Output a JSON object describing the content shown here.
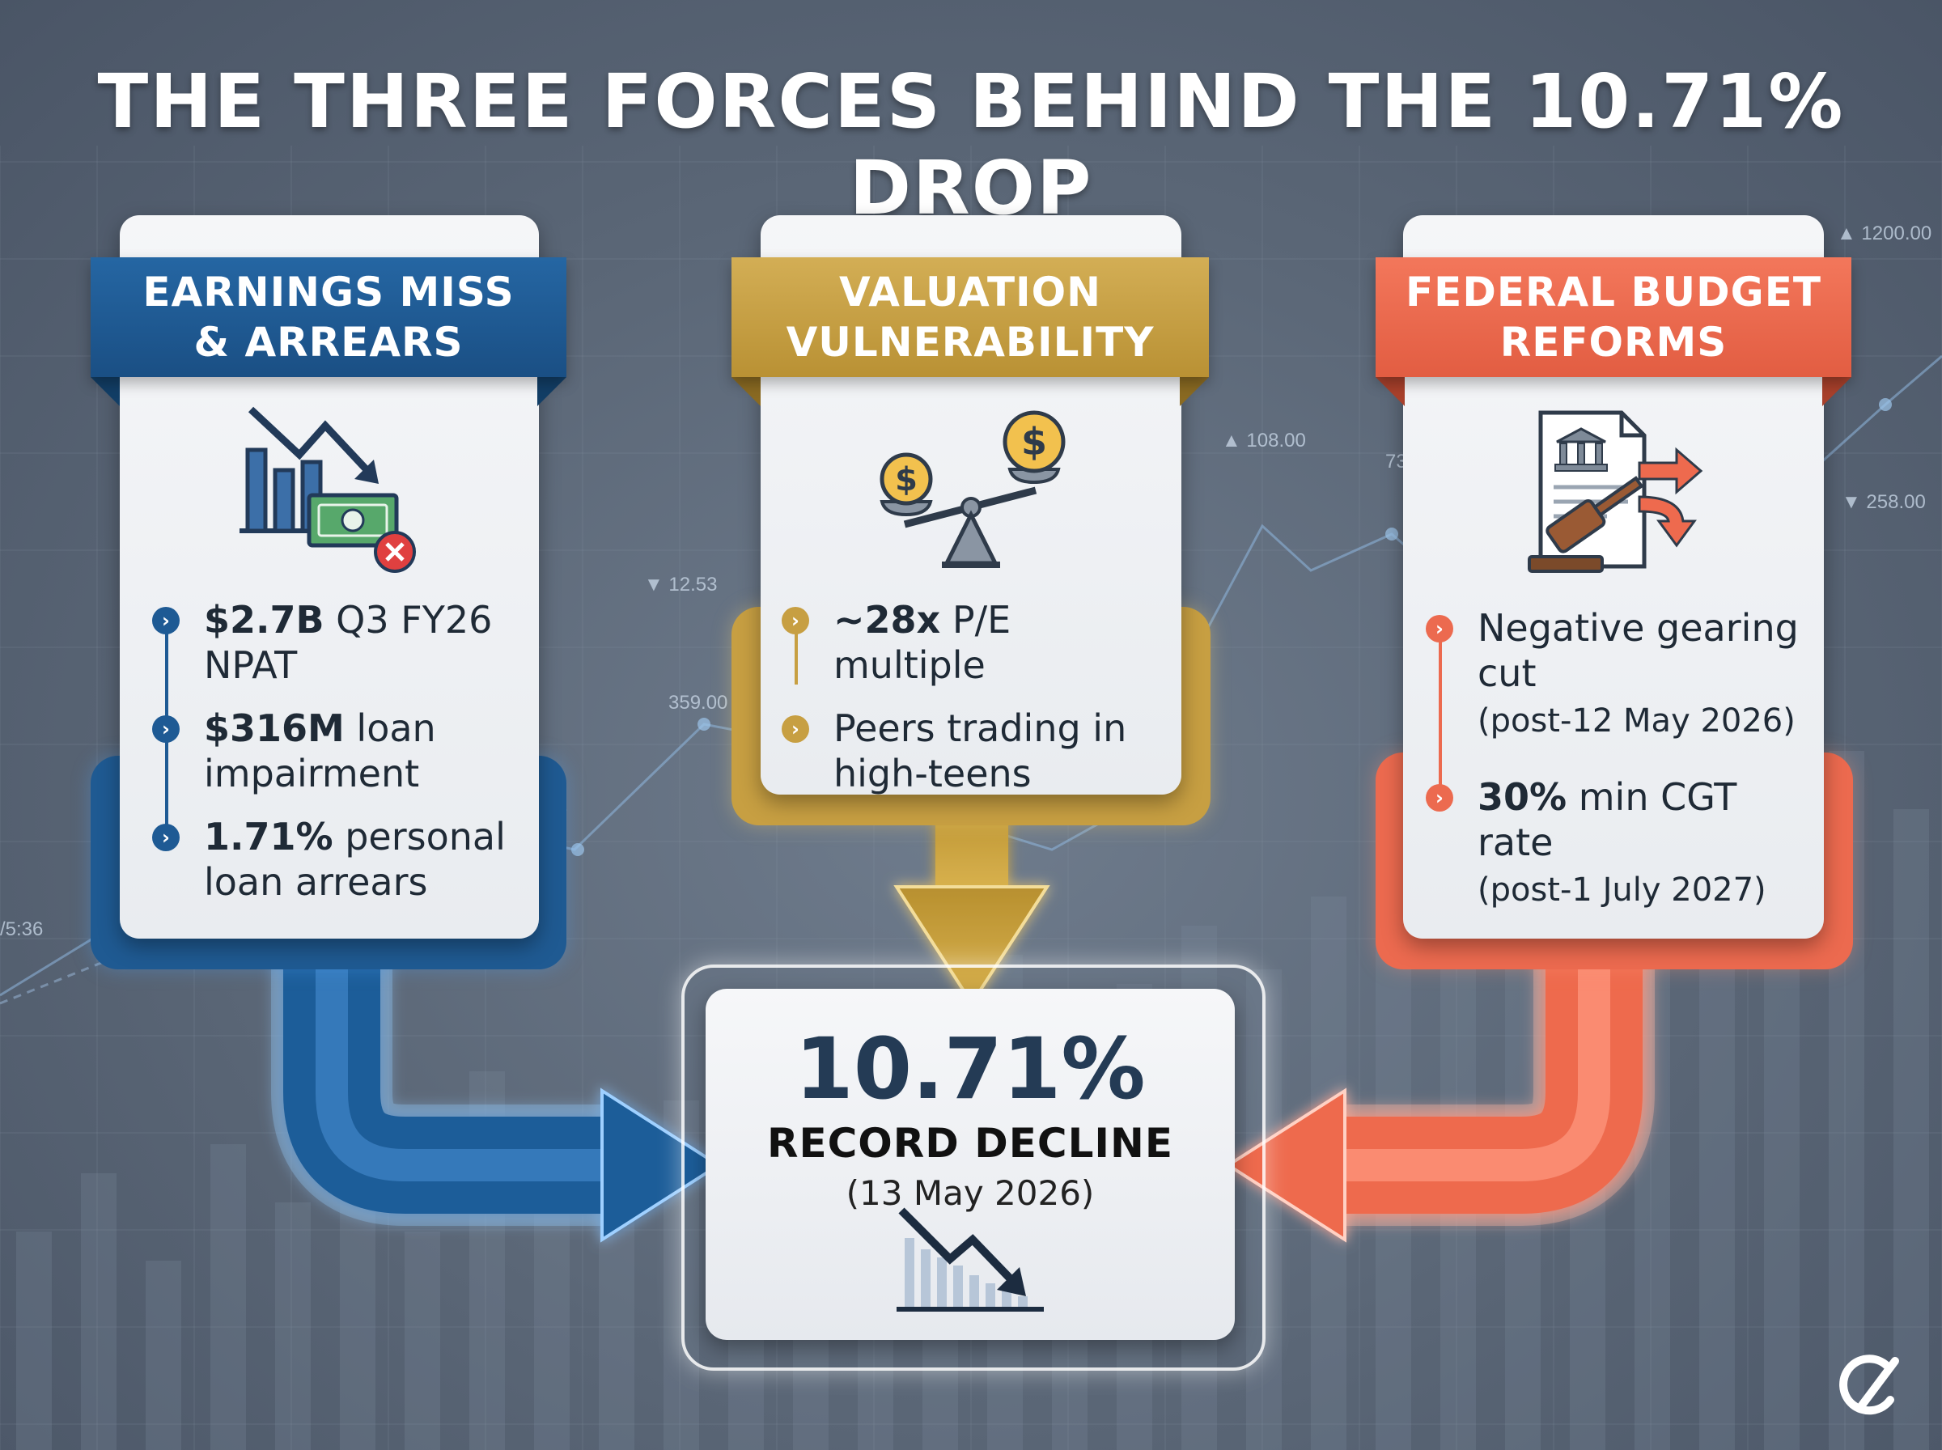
{
  "title": "THE THREE FORCES BEHIND THE 10.71% DROP",
  "colors": {
    "blue": "#1d5b94",
    "gold": "#c9a24a",
    "coral": "#ec6a4f",
    "navy": "#243b55"
  },
  "background_ticker": [
    "▲ 108.00",
    "▼ 12.53",
    "359.00",
    "▼ 258.00",
    "▲ 1200.00",
    "/5:36",
    "73"
  ],
  "forces": [
    {
      "heading": [
        "EARNINGS MISS",
        "& ARREARS"
      ],
      "icon": "falling-chart-with-cash-icon",
      "items": [
        {
          "bold": "$2.7B",
          "text": " Q3 FY26 NPAT"
        },
        {
          "bold": "$316M",
          "text": " loan impairment"
        },
        {
          "bold": "1.71%",
          "text": " personal loan arrears"
        }
      ]
    },
    {
      "heading": [
        "VALUATION",
        "VULNERABILITY"
      ],
      "icon": "balance-scale-coins-icon",
      "items": [
        {
          "bold": "~28x",
          "text": " P/E multiple"
        },
        {
          "bold": "",
          "text": "Peers trading in high-teens"
        }
      ]
    },
    {
      "heading": [
        "FEDERAL BUDGET",
        "REFORMS"
      ],
      "icon": "document-gavel-icon",
      "items": [
        {
          "bold": "",
          "text": "Negative gearing cut",
          "sub": "(post-12 May 2026)"
        },
        {
          "bold": "30%",
          "text": " min CGT rate",
          "sub": "(post-1 July 2027)"
        }
      ]
    }
  ],
  "result": {
    "value": "10.71%",
    "label": "RECORD DECLINE",
    "date": "(13 May 2026)"
  }
}
